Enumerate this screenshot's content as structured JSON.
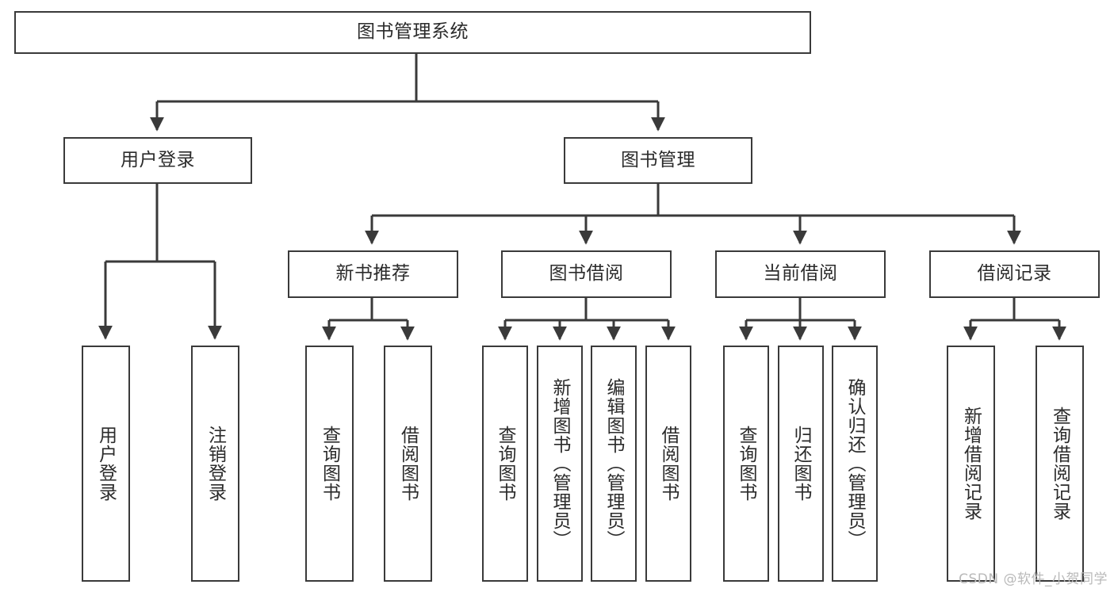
{
  "diagram": {
    "type": "tree-hierarchy-chart",
    "title": "图书管理系统",
    "stroke_color": "#3a3a3a",
    "text_color": "#2b2b2b",
    "background": "#ffffff",
    "nodes": {
      "root": {
        "label": "图书管理系统",
        "orientation": "horizontal"
      },
      "user_login": {
        "label": "用户登录",
        "orientation": "horizontal"
      },
      "book_manage": {
        "label": "图书管理",
        "orientation": "horizontal"
      },
      "new_book_recommend": {
        "label": "新书推荐",
        "orientation": "horizontal"
      },
      "book_borrow": {
        "label": "图书借阅",
        "orientation": "horizontal"
      },
      "current_borrow": {
        "label": "当前借阅",
        "orientation": "horizontal"
      },
      "borrow_record": {
        "label": "借阅记录",
        "orientation": "horizontal"
      },
      "leaf_user_login": {
        "label": "用户登录",
        "orientation": "vertical"
      },
      "leaf_logout_login": {
        "label": "注销登录",
        "orientation": "vertical"
      },
      "leaf_query_book_1": {
        "label": "查询图书",
        "orientation": "vertical"
      },
      "leaf_borrow_book_1": {
        "label": "借阅图书",
        "orientation": "vertical"
      },
      "leaf_query_book_2": {
        "label": "查询图书",
        "orientation": "vertical"
      },
      "leaf_add_book_admin": {
        "label": "新增图书（管理员）",
        "orientation": "vertical"
      },
      "leaf_edit_book_admin": {
        "label": "编辑图书（管理员）",
        "orientation": "vertical"
      },
      "leaf_borrow_book_2": {
        "label": "借阅图书",
        "orientation": "vertical"
      },
      "leaf_query_book_3": {
        "label": "查询图书",
        "orientation": "vertical"
      },
      "leaf_return_book": {
        "label": "归还图书",
        "orientation": "vertical"
      },
      "leaf_confirm_return_admin": {
        "label": "确认归还（管理员）",
        "orientation": "vertical"
      },
      "leaf_add_borrow_record": {
        "label": "新增借阅记录",
        "orientation": "vertical"
      },
      "leaf_query_borrow_record": {
        "label": "查询借阅记录",
        "orientation": "vertical"
      }
    }
  },
  "watermark": {
    "text": "CSDN @软件_小贺同学"
  }
}
